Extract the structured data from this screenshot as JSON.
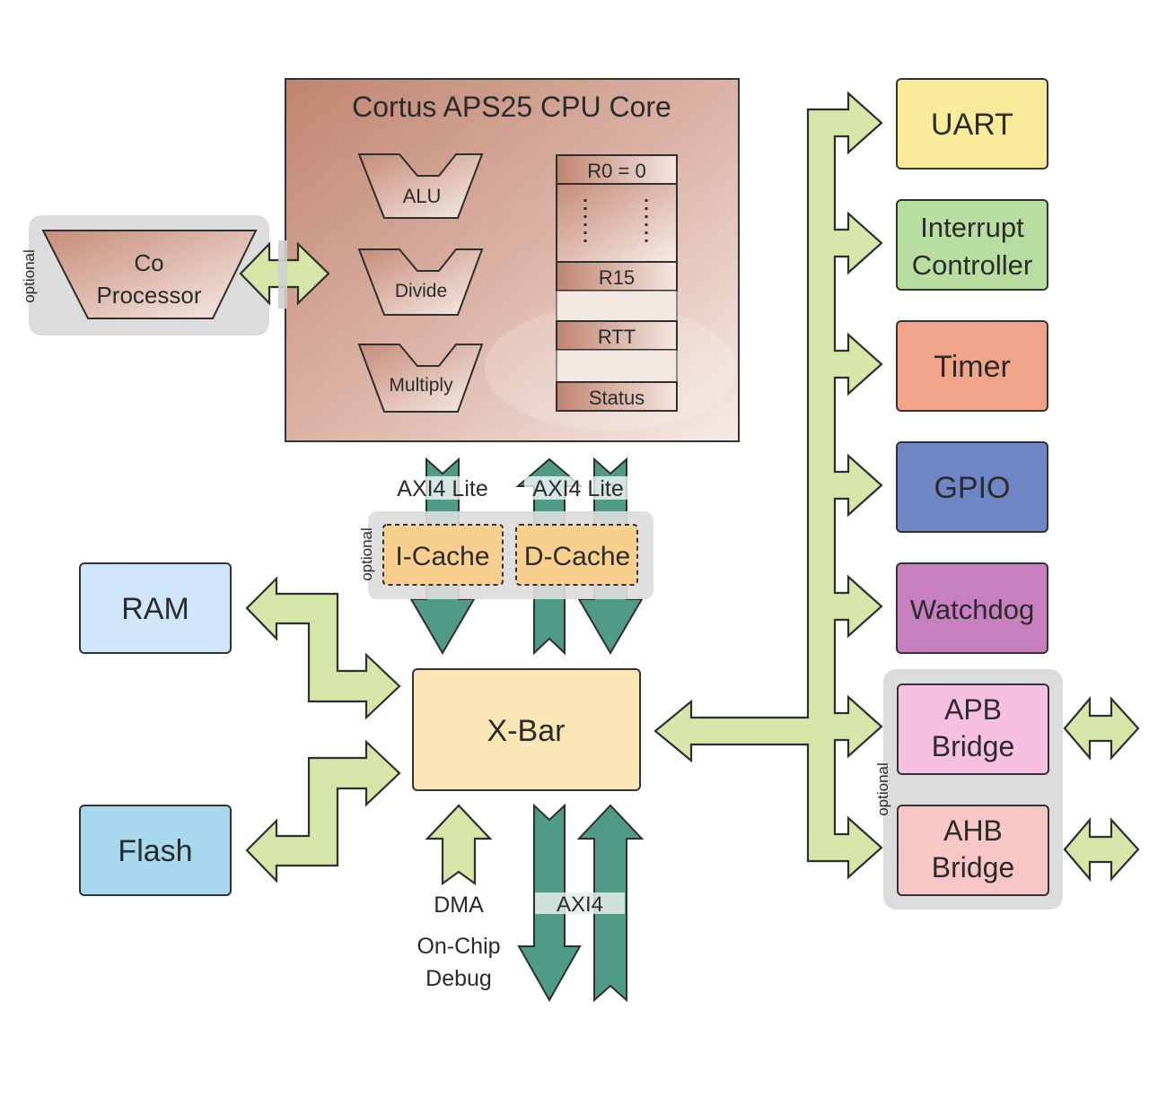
{
  "core": {
    "title": "Cortus APS25 CPU Core",
    "alu": "ALU",
    "divide": "Divide",
    "multiply": "Multiply",
    "registers": {
      "r0": "R0 = 0",
      "r15": "R15",
      "rtt": "RTT",
      "status": "Status"
    }
  },
  "coprocessor": {
    "line1": "Co",
    "line2": "Processor",
    "tag": "optional"
  },
  "cache": {
    "icache": "I-Cache",
    "dcache": "D-Cache",
    "tag": "optional"
  },
  "bus": {
    "axi4lite_left": "AXI4 Lite",
    "axi4lite_right": "AXI4 Lite",
    "axi4": "AXI4"
  },
  "memory": {
    "ram": "RAM",
    "flash": "Flash"
  },
  "xbar": "X-Bar",
  "dma": {
    "dma": "DMA",
    "debug_line1": "On-Chip",
    "debug_line2": "Debug"
  },
  "peripherals": {
    "uart": "UART",
    "interrupt_line1": "Interrupt",
    "interrupt_line2": "Controller",
    "timer": "Timer",
    "gpio": "GPIO",
    "watchdog": "Watchdog"
  },
  "bridges": {
    "apb_line1": "APB",
    "apb_line2": "Bridge",
    "ahb_line1": "AHB",
    "ahb_line2": "Bridge",
    "tag": "optional"
  },
  "colors": {
    "light_arrow": "#d6e5a8",
    "dark_arrow": "#4f9b86",
    "core_fill": "#c7917f",
    "uart": "#faeb9a",
    "interrupt": "#b7dda0",
    "timer": "#f2a48a",
    "gpio": "#6f86c6",
    "watchdog": "#c77fbf",
    "apb": "#f7bfe0",
    "ahb": "#f8c6c4",
    "ram": "#cfe6fb",
    "flash": "#a8d8ee",
    "xbar": "#fbe6b6",
    "cache": "#f8cf8f"
  }
}
